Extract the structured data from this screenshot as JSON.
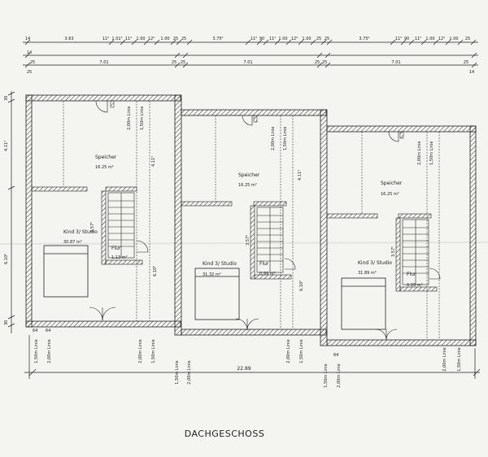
{
  "title": "DACHGESCHOSS",
  "dims": {
    "top_row1": [
      "14",
      "3.63",
      "11⁵",
      "1.01⁵",
      "11⁵",
      "1.00",
      "12⁵",
      "1.00",
      "25",
      "25",
      "3.75⁵",
      "11⁵",
      "90",
      "11⁵",
      "1.00",
      "12⁵",
      "1.00",
      "25",
      "25",
      "3.75⁵",
      "11⁵",
      "90",
      "11⁵",
      "1.00",
      "12⁵",
      "1.00",
      "25"
    ],
    "top_row2": [
      "25",
      "7.01",
      "25",
      "25",
      "7.01",
      "25",
      "25",
      "7.01",
      "25"
    ],
    "top_row2_end": "14",
    "row2_left": "14",
    "row3_left": "25",
    "total": "22.89",
    "left_41": "4.11⁵",
    "left_61": "6.10⁵",
    "left_30a": "30",
    "left_30b": "30",
    "bottom_64a": "64",
    "bottom_64b": "64",
    "bottom_64c": "64"
  },
  "units": [
    {
      "speicher": "Speicher",
      "speicher_area": "16.25 m²",
      "kind": "Kind 3/ Studio",
      "kind_area": "30.87 m²",
      "flur": "Flur",
      "flur_area": "1.13 m²",
      "step_label": "3.57⁵",
      "h1": "2,00m Linie",
      "h2": "1,50m Linie",
      "ht": "4.11⁵",
      "hb": "6.10⁵"
    },
    {
      "speicher": "Speicher",
      "speicher_area": "16.25 m²",
      "kind": "Kind 3/ Studio",
      "kind_area": "31.32 m²",
      "flur": "Flur",
      "flur_area": "0.99 m²",
      "step_label": "3.57⁵",
      "h1": "2,00m Linie",
      "h2": "1,50m Linie",
      "ht": "4.11⁵",
      "hb": "6.10⁵"
    },
    {
      "speicher": "Speicher",
      "speicher_area": "16.25 m²",
      "kind": "Kind 3/ Studio",
      "kind_area": "31.89 m²",
      "flur": "Flur",
      "flur_area": "0.99 m²",
      "step_label": "3.57⁵",
      "h1": "2,00m Linie",
      "h2": "1,50m Linie",
      "ht": "",
      "hb": ""
    }
  ],
  "bottom_lines": [
    "1,50m Linie",
    "2,00m Linie",
    "2,00m Linie",
    "1,50m Linie",
    "1,50m Linie",
    "2,00m Linie",
    "2,00m Linie",
    "1,50m Linie",
    "1,50m Linie",
    "2,00m Linie",
    "2,00m Linie",
    "1,50m Linie"
  ]
}
